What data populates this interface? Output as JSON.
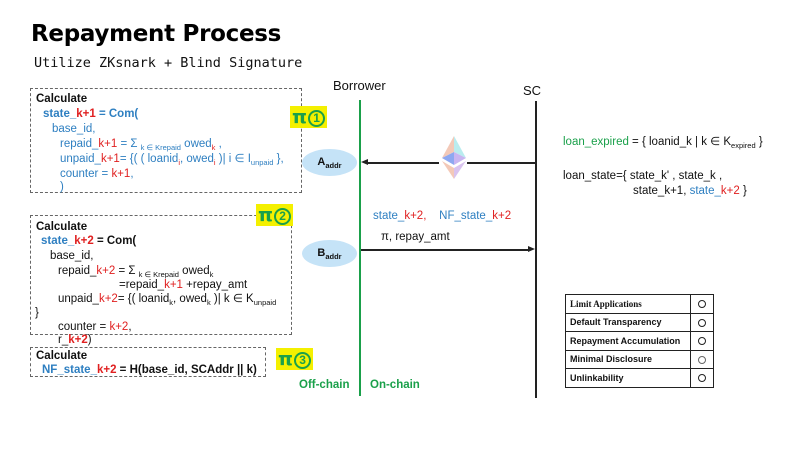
{
  "header": {
    "title": "Repayment Process",
    "subtitle": "Utilize ZKsnark + Blind Signature"
  },
  "colors": {
    "accent_green": "#1aa04a",
    "state_blue": "#2e7fc1",
    "index_red": "#e02020",
    "highlight_yellow": "#f4f000",
    "addr_bubble": "#c5e3f7"
  },
  "boxes": {
    "box1": {
      "heading": "Calculate",
      "state_var": "state_",
      "state_idx": "k+1",
      "state_eq": " = Com(",
      "base_id": "base_id,",
      "repaid_prefix": "repaid_",
      "repaid_idx": "k+1",
      "repaid_eq": " = Σ ",
      "repaid_sub": "k ∈ Krepaid",
      "repaid_owed": " owed",
      "repaid_owed_sub": "k",
      "repaid_tail": " ,",
      "unpaid_prefix": "unpaid_",
      "unpaid_idx": "k+1",
      "unpaid_eq": "= {( ( loanid",
      "unpaid_sub_i1": "i",
      "unpaid_mid": ", owed",
      "unpaid_sub_i2": "i",
      "unpaid_rest": " )| i ∈ I",
      "unpaid_set_sub": "unpaid",
      "unpaid_tail": " },",
      "counter_prefix": "counter = ",
      "counter_idx": "k+1",
      "counter_tail": ",",
      "close": ")"
    },
    "box2": {
      "heading": "Calculate",
      "state_var": "state_",
      "state_idx": "k+2",
      "state_eq": " = Com(",
      "base_id": "base_id,",
      "repaid_prefix": "repaid_",
      "repaid_idx": "k+2",
      "repaid_eq": " = Σ ",
      "repaid_sub": "k ∈ Krepaid",
      "repaid_owed": " owed",
      "repaid_owed_sub": "k",
      "repaid2_prefix": "=repaid_",
      "repaid2_idx": "k+1",
      "repaid2_tail": " +repay_amt",
      "unpaid_prefix": "unpaid_",
      "unpaid_idx": "k+2",
      "unpaid_eq": "= {( loanid",
      "unpaid_sub_k1": "k",
      "unpaid_mid": ", owed",
      "unpaid_sub_k2": "k",
      "unpaid_rest": " )| k ∈ K",
      "unpaid_set_sub": "unpaid",
      "brace": "}",
      "counter_prefix": "counter = ",
      "counter_idx": "k+2",
      "counter_tail": ",",
      "r_prefix": "r_",
      "r_idx": "k+2",
      "r_tail": ")"
    },
    "box3": {
      "heading": "Calculate",
      "nf_var": "NF_state_",
      "nf_idx": "k+2",
      "nf_eq": " = H(base_id, SCAddr || k)"
    }
  },
  "proofs": [
    {
      "symbol": "π",
      "number": "1"
    },
    {
      "symbol": "π",
      "number": "2"
    },
    {
      "symbol": "π",
      "number": "3"
    }
  ],
  "actors": {
    "borrower": "Borrower",
    "sc": "SC"
  },
  "addresses": {
    "a": {
      "main": "A",
      "sub": "addr"
    },
    "b": {
      "main": "B",
      "sub": "addr"
    }
  },
  "messages": {
    "line1_state": "state_",
    "line1_state_idx": "k+2,",
    "line1_nf": "NF_state_",
    "line1_nf_idx": "k+2",
    "line2": "π, repay_amt"
  },
  "chain_labels": {
    "off": "Off-chain",
    "on": "On-chain"
  },
  "contract_state": {
    "expired_name": "loan_expired",
    "expired_body": " = { loanid_k | k ∈ K",
    "expired_sub": "expired",
    "expired_tail": " }",
    "loan_state_line1": "loan_state={ state_k' , state_k ,",
    "loan_state_line2a": "state_k+1,  ",
    "loan_state_line2_state": "state_",
    "loan_state_line2_idx": "k+2",
    "loan_state_line2_tail": "    }"
  },
  "properties": [
    {
      "label": "Limit Applications",
      "mark": "○"
    },
    {
      "label": "Default Transparency",
      "mark": "○"
    },
    {
      "label": "Repayment Accumulation",
      "mark": "○"
    },
    {
      "label": "Minimal Disclosure",
      "mark": "○"
    },
    {
      "label": "Unlinkability",
      "mark": "○"
    }
  ]
}
